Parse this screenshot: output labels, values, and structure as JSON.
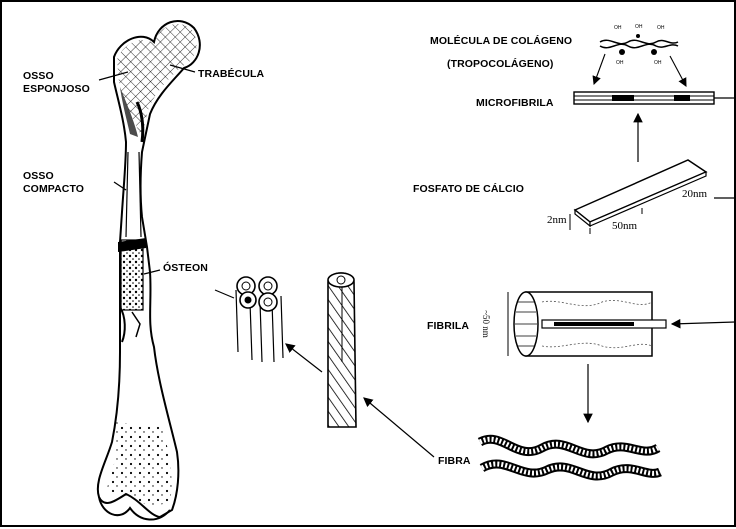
{
  "labels": {
    "osso_esponjoso_1": "OSSO",
    "osso_esponjoso_2": "ESPONJOSO",
    "trabecula": "TRABÉCULA",
    "osso_compacto_1": "OSSO",
    "osso_compacto_2": "COMPACTO",
    "osteon": "ÓSTEON",
    "molecula_colageno": "MOLÉCULA DE COLÁGENO",
    "tropocolageno": "(TROPOCOLÁGENO)",
    "microfibrila": "MICROFIBRILA",
    "fosfato_calcio": "FOSFATO DE CÁLCIO",
    "fibrila": "FIBRILA",
    "fibra": "FIBRA"
  },
  "dimensions": {
    "thickness": "2nm",
    "length": "50nm",
    "width": "20nm",
    "fibril_diameter": "~50 nm"
  },
  "colors": {
    "line": "#000000",
    "background": "#ffffff"
  }
}
